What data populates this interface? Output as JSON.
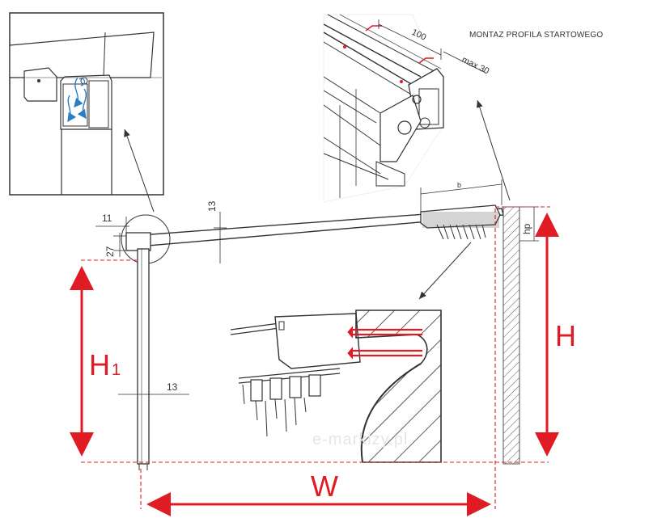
{
  "header": {
    "title": "MONTAZ PROFILA STARTOWEGO"
  },
  "labels": {
    "width": "W",
    "height": "H",
    "height1_main": "H",
    "height1_sub": "1",
    "hp": "hp"
  },
  "dimensions": {
    "top_right_1": "100",
    "top_right_2": "max 30",
    "left_11": "11",
    "left_27": "27",
    "top_13": "13",
    "post_13": "13",
    "profile_b": "b"
  },
  "watermark": "e-markizy.pl",
  "colors": {
    "accent": "#e01b24",
    "line": "#333333",
    "blue_arrows": "#2a7fc4"
  }
}
